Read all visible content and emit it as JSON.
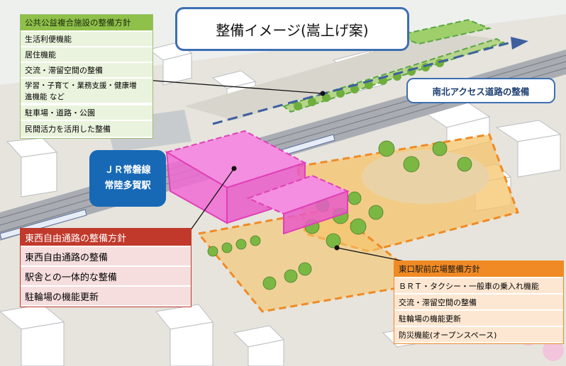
{
  "title": "整備イメージ(嵩上げ案)",
  "access_road": "南北アクセス道路の整備",
  "station": {
    "line1": "ＪＲ常磐線",
    "line2": "常陸多賀駅"
  },
  "public_facility": {
    "header": "公共公益複合施設の整備方針",
    "items": [
      "生活利便機能",
      "居住機能",
      "交流・滞留空間の整備",
      "学習・子育て・業務支援・健康増",
      "進機能 など",
      "駐車場・道路・公園",
      "民間活力を活用した整備"
    ]
  },
  "walkway": {
    "header": "東西自由通路の整備方針",
    "items": [
      "東西自由通路の整備",
      "駅舎との一体的な整備",
      "駐輪場の機能更新"
    ]
  },
  "east_plaza": {
    "header": "東口駅前広場整備方針",
    "items": [
      "ＢＲＴ・タクシー・一般車の乗入れ機能",
      "交流・滞留空間の整備",
      "駐輪場の機能更新",
      "防災機能(オープンスペース)"
    ]
  },
  "colors": {
    "green_header": "#8fc04a",
    "green_row": "#eaf3dd",
    "red_header": "#c0392b",
    "pink_row": "#f6dede",
    "orange_header": "#f08a24",
    "orange_row": "#fde7d2",
    "blue_frame": "#3d6fb3",
    "station_blue": "#1769b6",
    "building_pink": "#f06ad3",
    "plaza_orange": "#f5b642"
  }
}
